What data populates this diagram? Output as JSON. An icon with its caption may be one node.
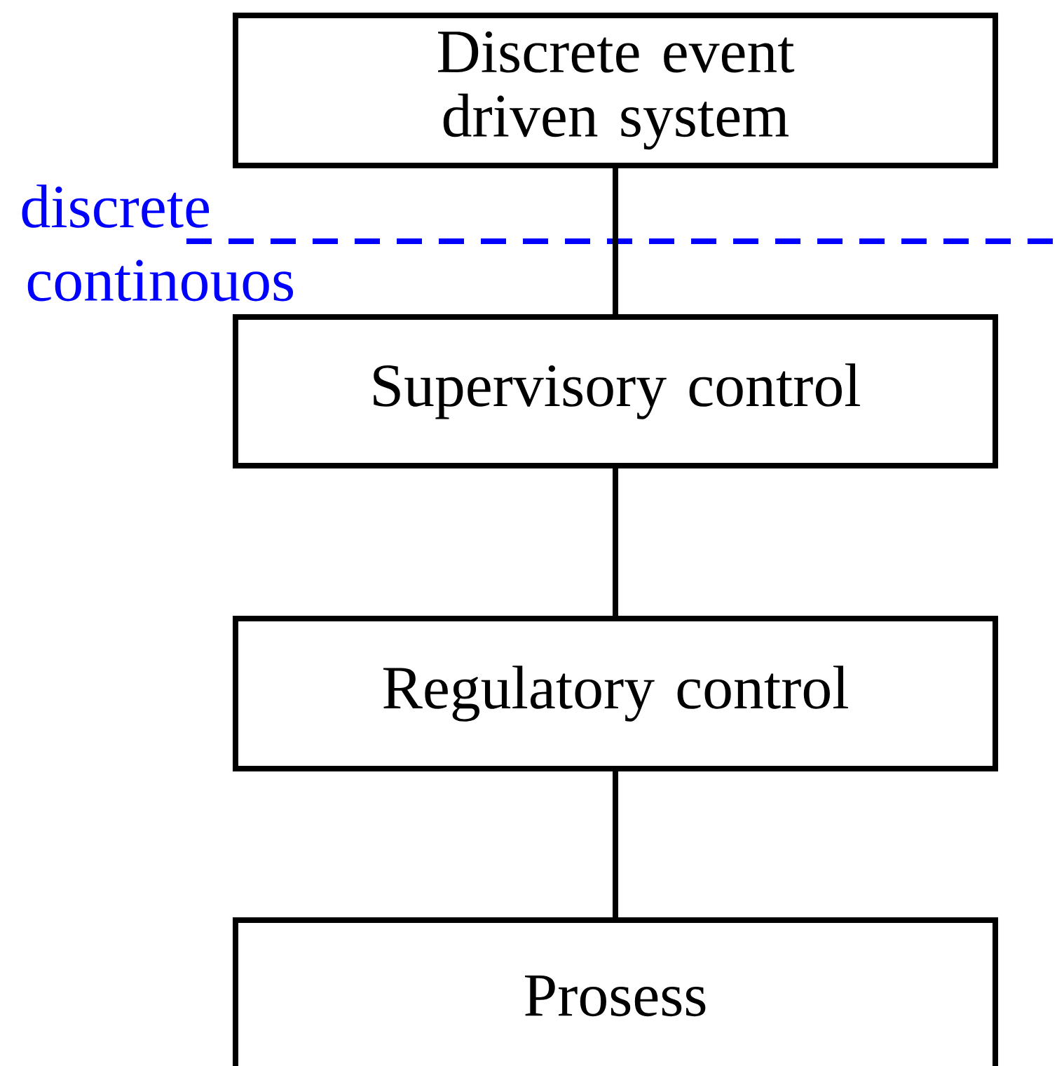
{
  "diagram": {
    "nodes": [
      {
        "text": [
          "Discrete event driven system"
        ]
      },
      {
        "text": [
          "Supervisory control"
        ]
      },
      {
        "text": [
          "Regulatory control"
        ]
      },
      {
        "text": [
          "Prosess"
        ]
      }
    ],
    "edges": [
      {
        "from": 0,
        "to": 1,
        "arrow": "none"
      },
      {
        "from": 1,
        "to": 2,
        "arrow": "none"
      },
      {
        "from": 2,
        "to": 3,
        "arrow": "none"
      }
    ],
    "labels": [
      "discrete",
      "continouos"
    ]
  }
}
